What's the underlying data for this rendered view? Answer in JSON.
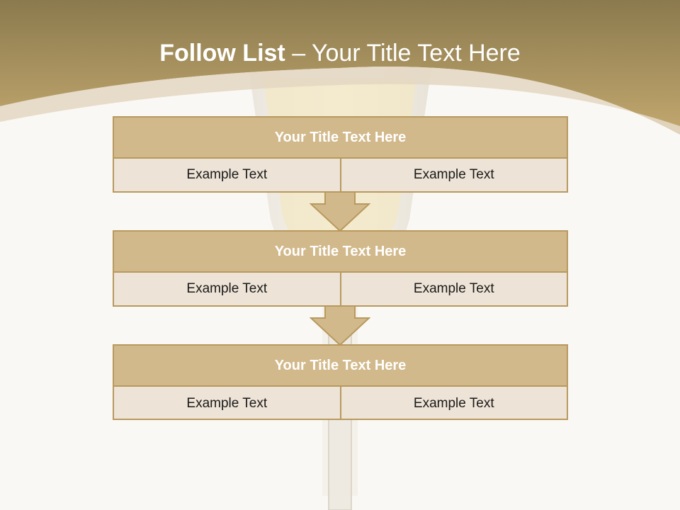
{
  "title": {
    "main": "Follow List",
    "separator": " – ",
    "sub": "Your Title Text Here"
  },
  "colors": {
    "header_gold_dark": "#8b7a4e",
    "header_gold": "#c3a86f",
    "box_header": "#d2b98b",
    "box_cell": "#ede3d6",
    "border": "#b8995e"
  },
  "steps": [
    {
      "title": "Your Title Text Here",
      "left": "Example Text",
      "right": "Example Text"
    },
    {
      "title": "Your Title Text Here",
      "left": "Example Text",
      "right": "Example Text"
    },
    {
      "title": "Your Title Text Here",
      "left": "Example Text",
      "right": "Example Text"
    }
  ],
  "connectors": [
    "down-arrow-icon",
    "down-arrow-icon"
  ]
}
